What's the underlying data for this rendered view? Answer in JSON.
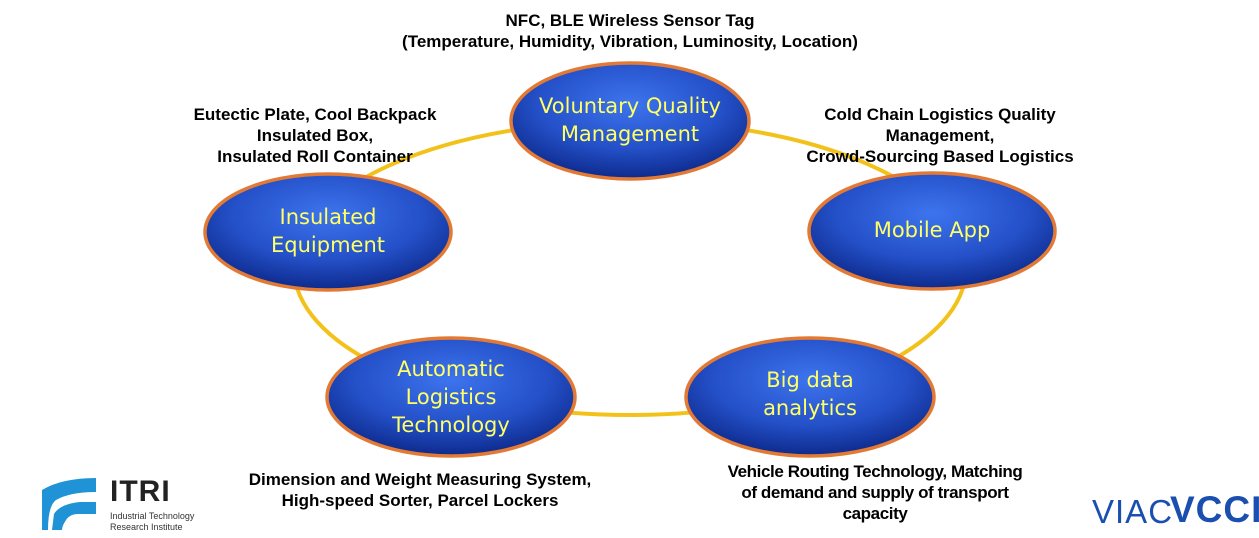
{
  "diagram": {
    "nodes": [
      {
        "label": "Voluntary Quality\nManagement"
      },
      {
        "label": "Mobile App"
      },
      {
        "label": "Big data\nanalytics"
      },
      {
        "label": "Automatic\nLogistics\nTechnology"
      },
      {
        "label": "Insulated\nEquipment"
      }
    ],
    "captions": {
      "top": "NFC, BLE Wireless Sensor Tag\n(Temperature, Humidity, Vibration, Luminosity, Location)",
      "right": "Cold Chain Logistics Quality\nManagement,\nCrowd-Sourcing Based Logistics",
      "bottom_right": "Vehicle Routing Technology, Matching\nof demand and supply of transport\ncapacity",
      "bottom_left": "Dimension and Weight Measuring System,\nHigh-speed Sorter, Parcel Lockers",
      "left": "Eutectic Plate, Cool Backpack\nInsulated Box,\nInsulated Roll Container"
    },
    "colors": {
      "node_fill": "#2f5fd6",
      "node_fill_dark": "#0d2a8c",
      "node_border": "#e27a35",
      "node_text": "#ffff66",
      "ring": "#f3c21a"
    }
  },
  "logos": {
    "itri": {
      "name": "ITRI",
      "subtitle_1": "Industrial Technology",
      "subtitle_2": "Research Institute"
    },
    "viac": "VIAC",
    "vcci": "VCCI"
  }
}
